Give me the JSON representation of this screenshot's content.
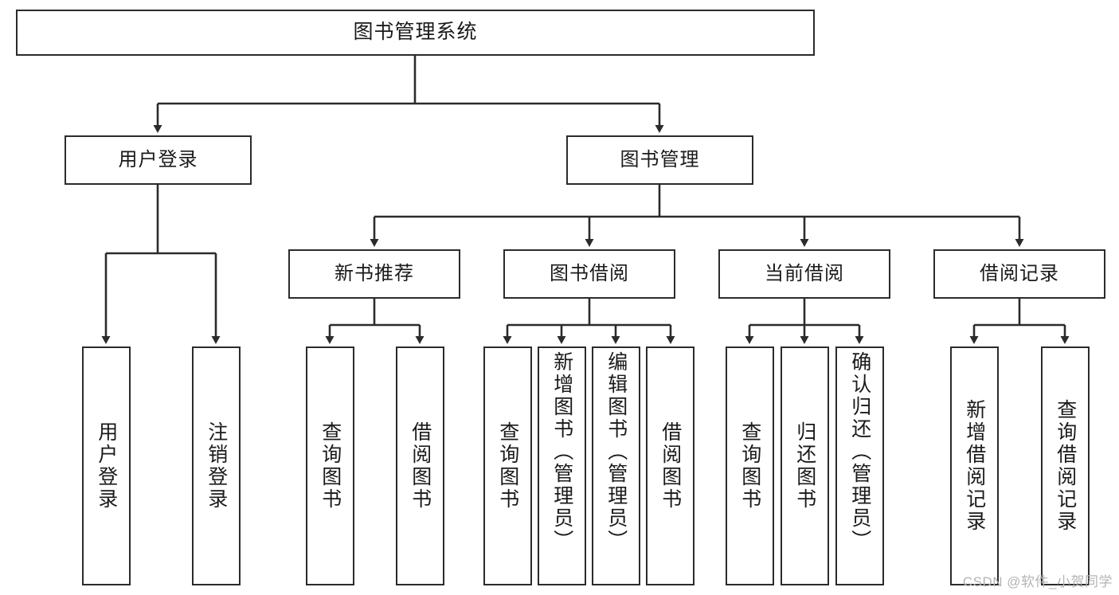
{
  "diagram": {
    "title": "图书管理系统",
    "type": "tree-hierarchy",
    "orientation": "top-down",
    "colors": {
      "box_border": "#2b2b2b",
      "box_fill": "#ffffff",
      "connector": "#2b2b2b",
      "text": "#1a1a1a",
      "watermark": "#b4b4b4"
    },
    "root": {
      "label": "图书管理系统"
    },
    "level2": [
      {
        "label": "用户登录"
      },
      {
        "label": "图书管理"
      }
    ],
    "level3": [
      {
        "label": "新书推荐"
      },
      {
        "label": "图书借阅"
      },
      {
        "label": "当前借阅"
      },
      {
        "label": "借阅记录"
      }
    ],
    "leaves": {
      "user_login": [
        {
          "label": "用户登录"
        },
        {
          "label": "注销登录"
        }
      ],
      "new_book_recommend": [
        {
          "label": "查询图书"
        },
        {
          "label": "借阅图书"
        }
      ],
      "book_borrow": [
        {
          "label": "查询图书"
        },
        {
          "label": "新增图书（管理员）"
        },
        {
          "label": "编辑图书（管理员）"
        },
        {
          "label": "借阅图书"
        }
      ],
      "current_borrow": [
        {
          "label": "查询图书"
        },
        {
          "label": "归还图书"
        },
        {
          "label": "确认归还（管理员）"
        }
      ],
      "borrow_record": [
        {
          "label": "新增借阅记录"
        },
        {
          "label": "查询借阅记录"
        }
      ]
    }
  },
  "watermark": {
    "text": "CSDN @软件_小贺同学"
  }
}
